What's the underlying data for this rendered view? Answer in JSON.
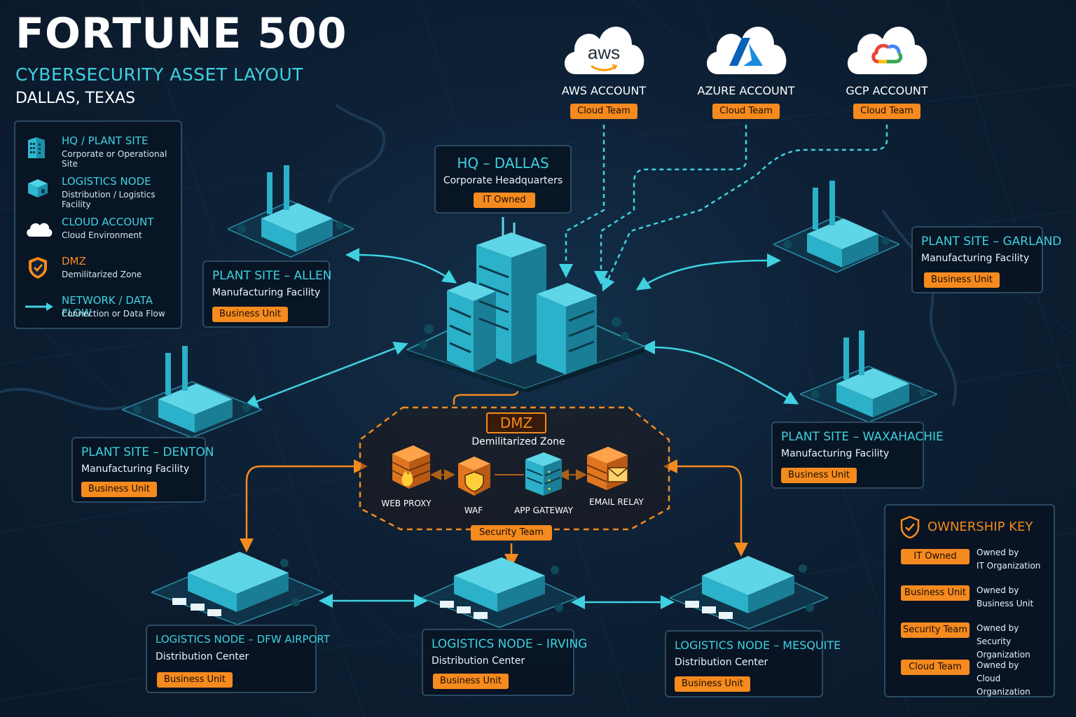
{
  "title": {
    "main": "FORTUNE 500",
    "subtitle": "CYBERSECURITY ASSET LAYOUT",
    "location": "DALLAS, TEXAS"
  },
  "legend": [
    {
      "icon": "building-icon",
      "title": "HQ / PLANT SITE",
      "desc": "Corporate or Operational Site"
    },
    {
      "icon": "logistics-box-icon",
      "title": "LOGISTICS NODE",
      "desc": "Distribution / Logistics Facility"
    },
    {
      "icon": "cloud-icon",
      "title": "CLOUD ACCOUNT",
      "desc": "Cloud Environment"
    },
    {
      "icon": "shield-icon",
      "title": "DMZ",
      "desc": "Demilitarized Zone"
    },
    {
      "icon": "arrow-icon",
      "title": "NETWORK / DATA FLOW",
      "desc": "Connection or Data Flow"
    }
  ],
  "clouds": [
    {
      "logo": "aws",
      "name": "AWS ACCOUNT",
      "owner": "Cloud Team"
    },
    {
      "logo": "azure-logo-icon",
      "name": "AZURE ACCOUNT",
      "owner": "Cloud Team"
    },
    {
      "logo": "gcp-logo-icon",
      "name": "GCP ACCOUNT",
      "owner": "Cloud Team"
    }
  ],
  "hq": {
    "title": "HQ – DALLAS",
    "subtitle": "Corporate Headquarters",
    "owner": "IT Owned"
  },
  "plants": {
    "allen": {
      "title": "PLANT SITE – ALLEN",
      "subtitle": "Manufacturing Facility",
      "owner": "Business Unit"
    },
    "garland": {
      "title": "PLANT SITE – GARLAND",
      "subtitle": "Manufacturing Facility",
      "owner": "Business Unit"
    },
    "denton": {
      "title": "PLANT SITE – DENTON",
      "subtitle": "Manufacturing Facility",
      "owner": "Business Unit"
    },
    "waxahachie": {
      "title": "PLANT SITE – WAXAHACHIE",
      "subtitle": "Manufacturing Facility",
      "owner": "Business Unit"
    }
  },
  "dmz": {
    "label": "DMZ",
    "subtitle": "Demilitarized Zone",
    "owner": "Security Team",
    "components": [
      "WEB PROXY",
      "WAF",
      "APP GATEWAY",
      "EMAIL RELAY"
    ]
  },
  "logistics": {
    "dfw": {
      "title": "LOGISTICS NODE – DFW AIRPORT",
      "subtitle": "Distribution Center",
      "owner": "Business Unit"
    },
    "irving": {
      "title": "LOGISTICS NODE – IRVING",
      "subtitle": "Distribution Center",
      "owner": "Business Unit"
    },
    "mesquite": {
      "title": "LOGISTICS NODE – MESQUITE",
      "subtitle": "Distribution Center",
      "owner": "Business Unit"
    }
  },
  "ownership_key": {
    "title": "OWNERSHIP KEY",
    "items": [
      {
        "badge": "IT Owned",
        "line1": "Owned by",
        "line2": "IT Organization"
      },
      {
        "badge": "Business Unit",
        "line1": "Owned by",
        "line2": "Business Unit"
      },
      {
        "badge": "Security Team",
        "line1": "Owned by",
        "line2": "Security Organization"
      },
      {
        "badge": "Cloud Team",
        "line1": "Owned by",
        "line2": "Cloud Organization"
      }
    ]
  },
  "colors": {
    "accent_cyan": "#3fd1e0",
    "accent_orange": "#f58a1f",
    "background": "#0d2035"
  }
}
